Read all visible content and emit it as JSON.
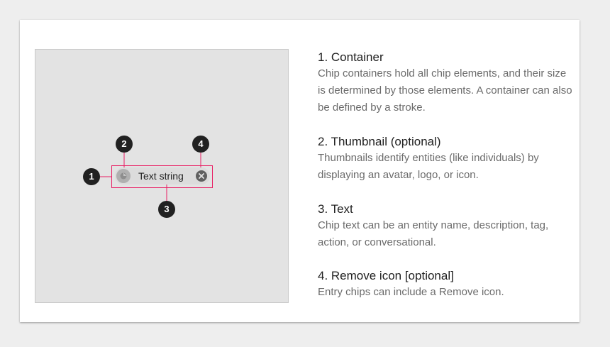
{
  "diagram": {
    "chip": {
      "text": "Text string",
      "thumbnail_icon": "avatar-icon",
      "remove_icon": "close-icon"
    },
    "callouts": [
      "1",
      "2",
      "3",
      "4"
    ],
    "accent_color": "#e91e63"
  },
  "descriptions": [
    {
      "title": "1. Container",
      "body": "Chip containers hold all chip elements, and their size is determined by those elements. A container can also be defined by a stroke."
    },
    {
      "title": "2. Thumbnail (optional)",
      "body": "Thumbnails identify entities (like individuals) by displaying an avatar, logo, or icon."
    },
    {
      "title": "3. Text",
      "body": "Chip text can be an entity name, description, tag, action, or conversational."
    },
    {
      "title": "4. Remove icon [optional]",
      "body": "Entry chips can include a Remove icon."
    }
  ]
}
